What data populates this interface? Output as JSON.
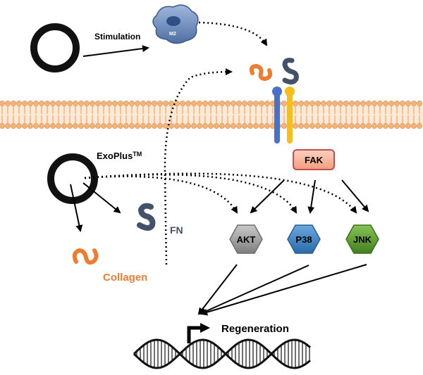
{
  "labels": {
    "stimulation": "Stimulation",
    "m2": "M2",
    "exoplus": "ExoPlus",
    "exoplus_tm": "TM",
    "fn": "FN",
    "collagen": "Collagen",
    "fak": "FAK",
    "akt": "AKT",
    "p38": "P38",
    "jnk": "JNK",
    "regeneration": "Regeneration"
  },
  "colors": {
    "membrane_head": "#f2b37c",
    "membrane_head_stroke": "#e39a55",
    "membrane_band": "#fde9d6",
    "receptor_blue": "#4a72c4",
    "receptor_yellow": "#f5be1a",
    "collagen_orange": "#ee7d31",
    "fn_slate": "#42526a",
    "fak_fill": "#f7b69a",
    "fak_stroke": "#c0504d",
    "akt_fill": "#9d9d9d",
    "p38_fill": "#3f86c6",
    "jnk_fill": "#5d9e2f",
    "m2_fill": "#6f8fbf"
  }
}
